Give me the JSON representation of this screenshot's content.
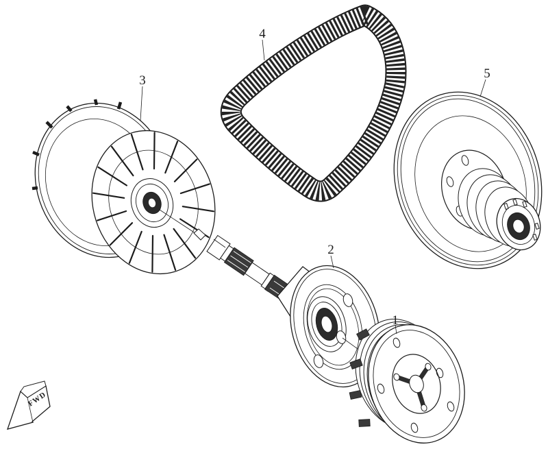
{
  "diagram": {
    "background_color": "#ffffff",
    "line_color": "#1c1c1c",
    "fwd_marker": {
      "label": "FWD"
    },
    "callouts": [
      {
        "label": "1"
      },
      {
        "label": "2"
      },
      {
        "label": "3"
      },
      {
        "label": "4"
      },
      {
        "label": "5"
      }
    ]
  }
}
